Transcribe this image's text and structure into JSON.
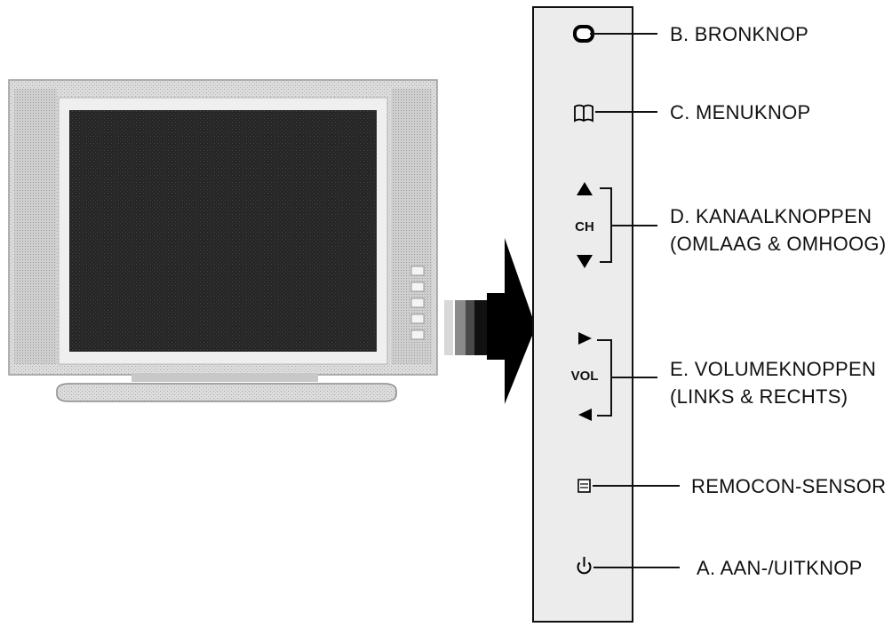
{
  "panel": {
    "ch_label": "CH",
    "vol_label": "VOL"
  },
  "callouts": {
    "source": "B. BRONKNOP",
    "menu": "C. MENUKNOP",
    "channel_line1": "D. KANAALKNOPPEN",
    "channel_line2": "(OMLAAG & OMHOOG)",
    "volume_line1": "E. VOLUMEKNOPPEN",
    "volume_line2": "(LINKS & RECHTS)",
    "remote_sensor": "REMOCON-SENSOR",
    "power": "A. AAN-/UITKNOP"
  },
  "colors": {
    "line": "#111111",
    "panel_fill": "#ececec",
    "tv_body": "#d6d6d6",
    "tv_screen": "#262626"
  }
}
